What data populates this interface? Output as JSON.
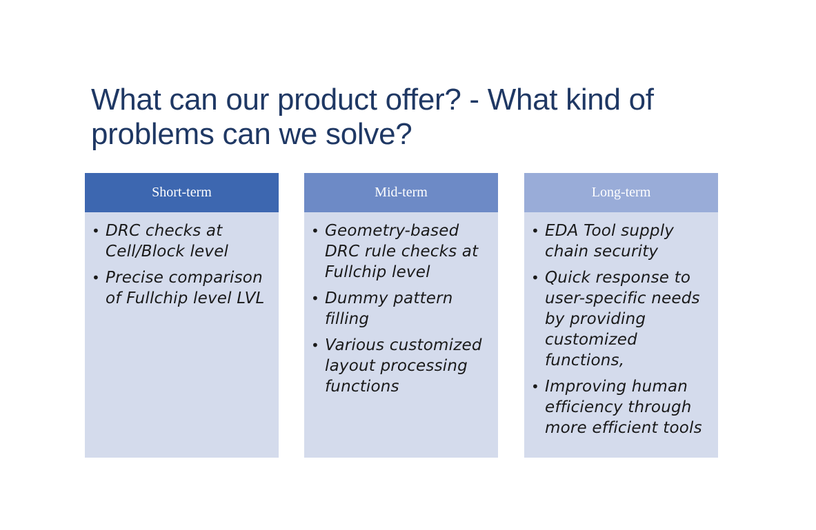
{
  "slide": {
    "title": "What can our product offer? - What kind of problems can we solve?"
  },
  "columns": [
    {
      "header": "Short-term",
      "items": [
        "DRC checks at Cell/Block level",
        "Precise comparison of Fullchip level LVL"
      ]
    },
    {
      "header": "Mid-term",
      "items": [
        "Geometry-based DRC rule checks at Fullchip level",
        "Dummy pattern filling",
        "Various customized layout processing functions"
      ]
    },
    {
      "header": "Long-term",
      "items": [
        "EDA Tool supply chain security",
        "Quick response to user-specific needs by providing customized functions,",
        "Improving human efficiency through more efficient tools"
      ]
    }
  ],
  "colors": {
    "title": "#1f3864",
    "short_term_header": "#3d67b0",
    "mid_term_header": "#6d8ac6",
    "long_term_header": "#99acd8",
    "body_fill": "#d4dbec"
  }
}
